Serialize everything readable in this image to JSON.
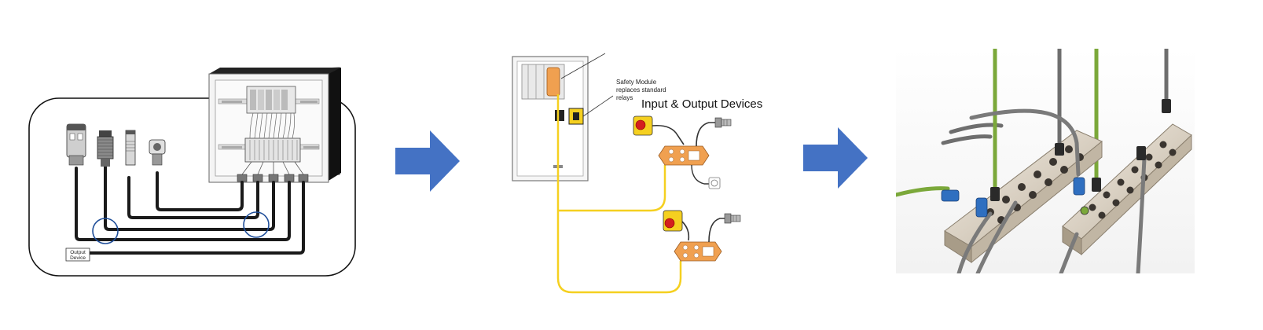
{
  "panel_left": {
    "output_device_label_line1": "Output",
    "output_device_label_line2": "Device"
  },
  "panel_middle": {
    "safety_module_line1": "Safety Module",
    "safety_module_line2": "replaces standard",
    "safety_module_line3": "relays",
    "io_heading": "Input & Output Devices"
  },
  "colors": {
    "arrow": "#4472C4",
    "cable_black": "#1a1a1a",
    "cable_yellow": "#F5D020",
    "module_orange": "#F0A050",
    "cable_green": "#7BA83A",
    "connector_blue": "#2F6FC0",
    "highlight_circle": "#1F4E99"
  },
  "icons": {
    "arrow_1": "right-arrow-icon",
    "arrow_2": "right-arrow-icon"
  }
}
